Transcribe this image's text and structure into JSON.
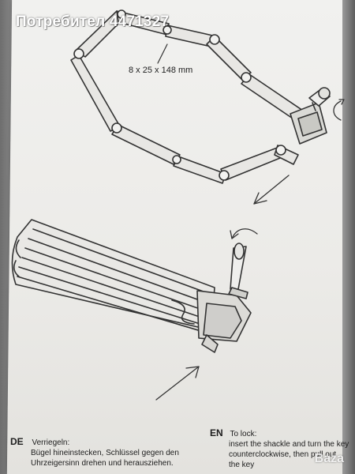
{
  "watermark": "Потребител 4471327",
  "dimensions": "8 x 25 x 148 mm",
  "instructions": {
    "de": {
      "code": "DE",
      "heading": "Verriegeln:",
      "line1": "Bügel hineinstecken, Schlüssel gegen den",
      "line2": "Uhrzeigersinn drehen und herausziehen."
    },
    "en": {
      "code": "EN",
      "heading": "To lock:",
      "line1": "insert the shackle and turn the key",
      "line2": "counterclockwise, then pull out",
      "line3": "the key"
    }
  },
  "brand_watermark": "Baza"
}
